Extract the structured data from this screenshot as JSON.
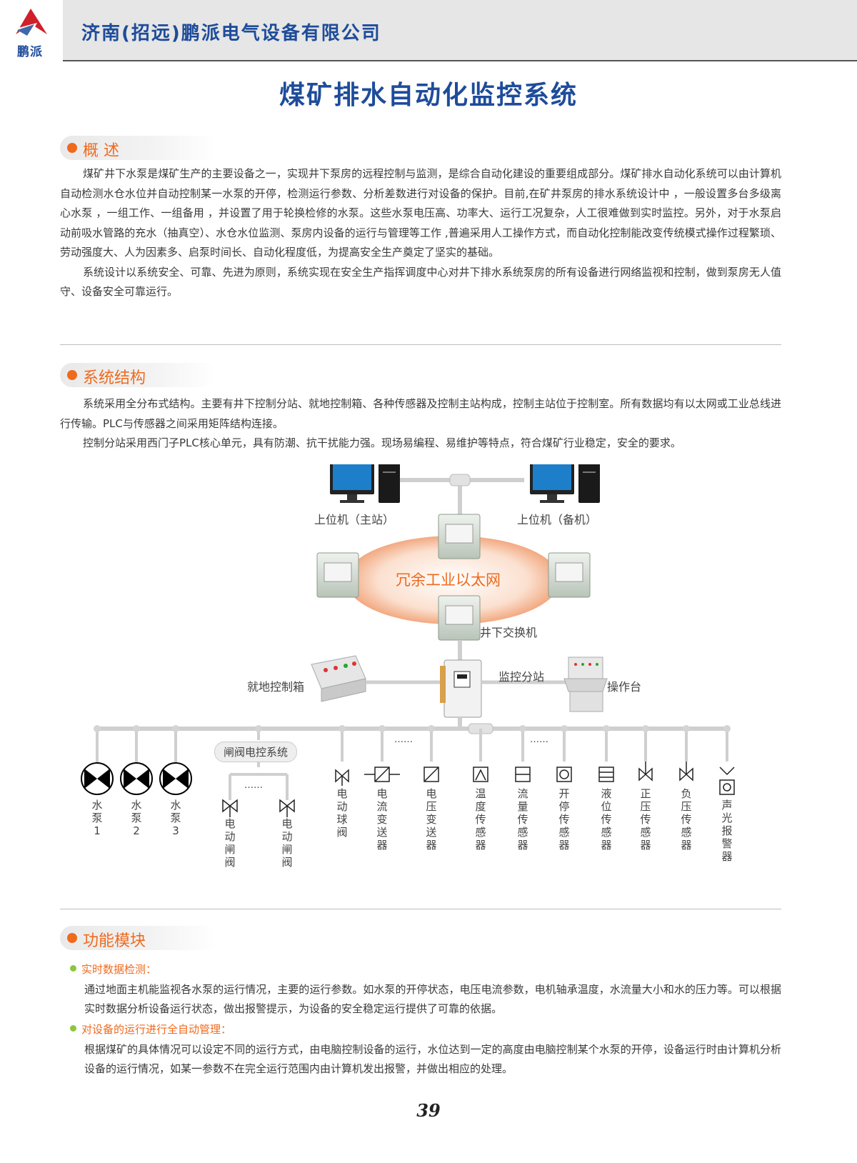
{
  "header": {
    "logo_text": "鹏派",
    "company": "济南(招远)鹏派电气设备有限公司",
    "accent_color": "#1e4c9a",
    "logo_color": "#d0202a"
  },
  "title": "煤矿排水自动化监控系统",
  "overview": {
    "heading": "概 述",
    "paragraphs": [
      "煤矿井下水泵是煤矿生产的主要设备之一，实现井下泵房的远程控制与监测，是综合自动化建设的重要组成部分。煤矿排水自动化系统可以由计算机自动检测水仓水位并自动控制某一水泵的开停，检测运行参数、分析差数进行对设备的保护。目前,在矿井泵房的排水系统设计中 ，一般设置多台多级离心水泵 ，一组工作、一组备用 ，并设置了用于轮换检修的水泵。这些水泵电压高、功率大、运行工况复杂，人工很难做到实时监控。另外，对于水泵启动前吸水管路的充水（抽真空）、水仓水位监测、泵房内设备的运行与管理等工作 ,普遍采用人工操作方式，而自动化控制能改变传统模式操作过程繁琐、劳动强度大、人为因素多、启泵时间长、自动化程度低，为提高安全生产奠定了坚实的基础。",
      "系统设计以系统安全、可靠、先进为原则，系统实现在安全生产指挥调度中心对井下排水系统泵房的所有设备进行网络监视和控制，做到泵房无人值守、设备安全可靠运行。"
    ]
  },
  "structure": {
    "heading": "系统结构",
    "paragraphs": [
      "系统采用全分布式结构。主要有井下控制分站、就地控制箱、各种传感器及控制主站构成，控制主站位于控制室。所有数据均有以太网或工业总线进行传输。PLC与传感器之间采用矩阵结构连接。",
      "控制分站采用西门子PLC核心单元，具有防潮、抗干扰能力强。现场易编程、易维护等特点，符合煤矿行业稳定，安全的要求。"
    ]
  },
  "diagram": {
    "host_main": "上位机（主站）",
    "host_backup": "上位机（备机）",
    "ring": "冗余工业以太网",
    "switch": "井下交换机",
    "local_box": "就地控制箱",
    "substation": "监控分站",
    "console": "操作台",
    "gate_system": "闸阀电控系统",
    "dots": "……",
    "pumps": [
      "水泵1",
      "水泵2",
      "水泵3"
    ],
    "gates": [
      "电动闸阀",
      "电动闸阀"
    ],
    "devices": [
      "电动球阀",
      "电流变送器",
      "电压变送器",
      "温度传感器",
      "流量传感器",
      "开停传感器",
      "液位传感器",
      "正压传感器",
      "负压传感器",
      "声光报警器"
    ],
    "ring_color": "#f6c4a6",
    "line_color": "#c8c8c8"
  },
  "functions": {
    "heading": "功能模块",
    "items": [
      {
        "title": "实时数据检测：",
        "body": "通过地面主机能监视各水泵的运行情况，主要的运行参数。如水泵的开停状态，电压电流参数，电机轴承温度，水流量大小和水的压力等。可以根据实时数据分析设备运行状态，做出报警提示，为设备的安全稳定运行提供了可靠的依据。"
      },
      {
        "title": "对设备的运行进行全自动管理：",
        "body": "根据煤矿的具体情况可以设定不同的运行方式，由电脑控制设备的运行，水位达到一定的高度由电脑控制某个水泵的开停，设备运行时由计算机分析设备的运行情况，如某一参数不在完全运行范围内由计算机发出报警，并做出相应的处理。"
      }
    ]
  },
  "page_number": "39"
}
